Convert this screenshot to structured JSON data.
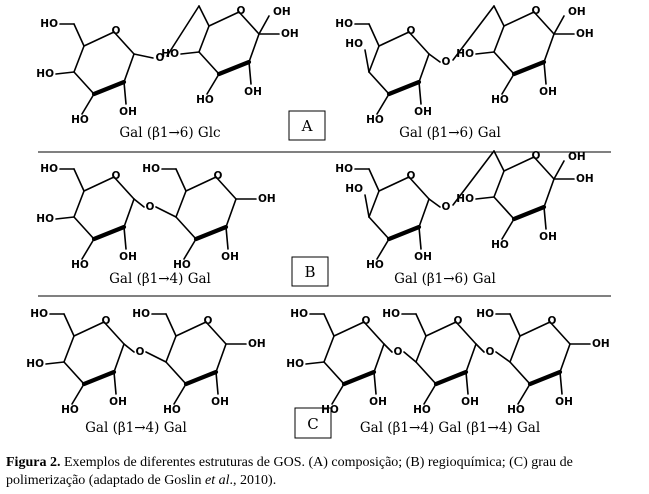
{
  "panels": [
    {
      "letter": "A",
      "left_label": "Gal (β1→6) Glc",
      "right_label": "Gal (β1→6) Gal"
    },
    {
      "letter": "B",
      "left_label": "Gal (β1→4) Gal",
      "right_label": "Gal (β1→6) Gal"
    },
    {
      "letter": "C",
      "left_label": "Gal (β1→4) Gal",
      "right_label": "Gal (β1→4) Gal (β1→4) Gal"
    }
  ],
  "atoms": {
    "hydroxyl": "OH",
    "hydroxyl_left": "HO",
    "oxygen": "O"
  },
  "caption": {
    "fig_label": "Figura 2.",
    "text_part1": " Exemplos de diferentes estruturas de GOS. (A) composição; (B) regioquímica; (C) grau de polimerização (adaptado de Goslin ",
    "et_al": "et al",
    "text_part2": "., 2010)."
  }
}
